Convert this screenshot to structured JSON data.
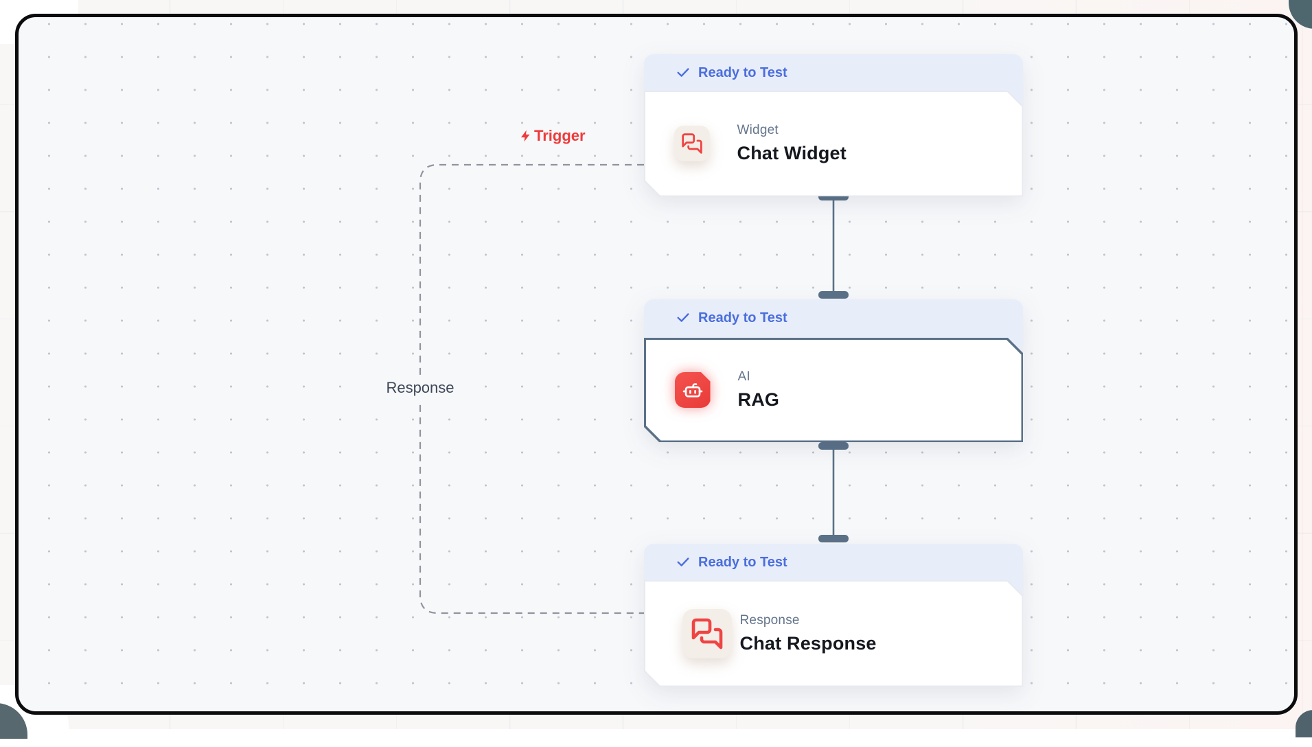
{
  "canvas": {
    "background": "#f7f8fa",
    "frame_border_color": "#0c0c0e",
    "dot_color": "#c2c6cf"
  },
  "edges": {
    "trigger": {
      "label": "Trigger",
      "color": "#ee3b3b",
      "icon": "lightning-bolt-icon"
    },
    "response_loop": {
      "label": "Response",
      "color": "#3e4757",
      "style": "dashed"
    },
    "connector_color": "#5b7188",
    "dashed_color": "#90949d"
  },
  "nodes": [
    {
      "status": "Ready to Test",
      "category": "Widget",
      "title": "Chat Widget",
      "icon": "chat-bubbles-icon",
      "selected": false
    },
    {
      "status": "Ready to Test",
      "category": "AI",
      "title": "RAG",
      "icon": "robot-icon",
      "selected": true
    },
    {
      "status": "Ready to Test",
      "category": "Response",
      "title": "Chat Response",
      "icon": "chat-bubbles-icon",
      "selected": false
    }
  ],
  "badge": {
    "background": "#e8edfa",
    "text_color": "#4a6edc",
    "icon": "checkmark-icon"
  },
  "colors": {
    "node_icon_red": "#ef4444",
    "selected_border": "#5b7188",
    "title_text": "#15181e",
    "category_text": "#64748b"
  }
}
